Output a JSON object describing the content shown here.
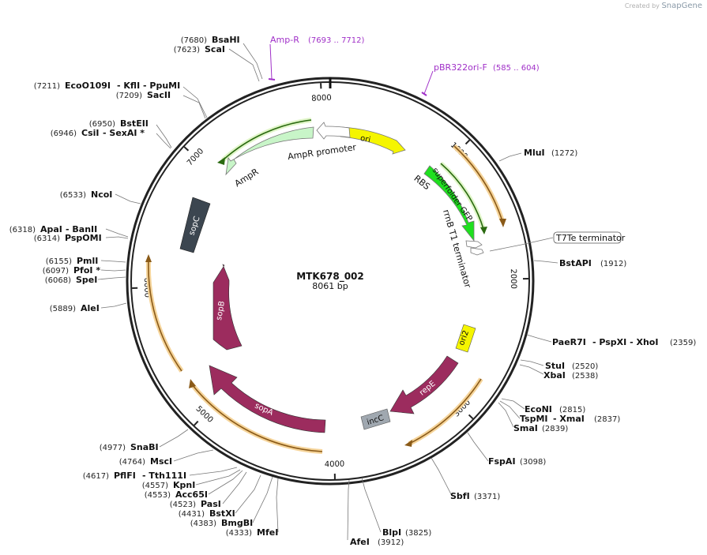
{
  "brand": {
    "prefix": "Created by",
    "name": "SnapGene"
  },
  "plasmid": {
    "name": "MTK678_002",
    "length_label": "8061 bp",
    "length": 8061
  },
  "ticks": [
    {
      "pos": 1000,
      "label": "1000"
    },
    {
      "pos": 2000,
      "label": "2000"
    },
    {
      "pos": 3000,
      "label": "3000"
    },
    {
      "pos": 4000,
      "label": "4000"
    },
    {
      "pos": 5000,
      "label": "5000"
    },
    {
      "pos": 6000,
      "label": "6000"
    },
    {
      "pos": 7000,
      "label": "7000"
    },
    {
      "pos": 8000,
      "label": "8000"
    }
  ],
  "sites": [
    {
      "name": "BsaHI",
      "pos_label": "(7680)"
    },
    {
      "name": "ScaI",
      "pos_label": "(7623)"
    },
    {
      "name": "EcoO109I",
      "extra": "- KflI   - PpuMI",
      "pos_label": "(7211)"
    },
    {
      "name": "SacII",
      "pos_label": "(7209)"
    },
    {
      "name": "BstEII",
      "pos_label": "(6950)"
    },
    {
      "name": "CsiI",
      "extra": "- SexAI *",
      "pos_label": "(6946)"
    },
    {
      "name": "NcoI",
      "pos_label": "(6533)"
    },
    {
      "name": "ApaI",
      "extra": "- BanII",
      "pos_label": "(6318)"
    },
    {
      "name": "PspOMI",
      "pos_label": "(6314)"
    },
    {
      "name": "PmlI",
      "pos_label": "(6155)"
    },
    {
      "name": "PfoI *",
      "pos_label": "(6097)"
    },
    {
      "name": "SpeI",
      "pos_label": "(6068)"
    },
    {
      "name": "AleI",
      "pos_label": "(5889)"
    },
    {
      "name": "SnaBI",
      "pos_label": "(4977)"
    },
    {
      "name": "MscI",
      "pos_label": "(4764)"
    },
    {
      "name": "PflFI",
      "extra": "- Tth111I",
      "pos_label": "(4617)"
    },
    {
      "name": "KpnI",
      "pos_label": "(4557)"
    },
    {
      "name": "Acc65I",
      "pos_label": "(4553)"
    },
    {
      "name": "PasI",
      "pos_label": "(4523)"
    },
    {
      "name": "BstXI",
      "pos_label": "(4431)"
    },
    {
      "name": "BmgBI",
      "pos_label": "(4383)"
    },
    {
      "name": "MfeI",
      "pos_label": "(4333)"
    },
    {
      "name": "AfeI",
      "pos_label": "(3912)"
    },
    {
      "name": "BlpI",
      "pos_label": "(3825)"
    },
    {
      "name": "SbfI",
      "pos_label": "(3371)"
    },
    {
      "name": "FspAI",
      "pos_label": "(3098)"
    },
    {
      "name": "SmaI",
      "pos_label": "(2839)"
    },
    {
      "name": "TspMI",
      "extra": "- XmaI",
      "pos_label": "(2837)"
    },
    {
      "name": "EcoNI",
      "pos_label": "(2815)"
    },
    {
      "name": "XbaI",
      "pos_label": "(2538)"
    },
    {
      "name": "StuI",
      "pos_label": "(2520)"
    },
    {
      "name": "PaeR7I",
      "extra": "- PspXI   - XhoI",
      "pos_label": "(2359)"
    },
    {
      "name": "BstAPI",
      "pos_label": "(1912)"
    },
    {
      "name": "MluI",
      "pos_label": "(1272)"
    }
  ],
  "primers": [
    {
      "name": "Amp-R",
      "range_label": "(7693 .. 7712)"
    },
    {
      "name": "pBR322ori-F",
      "range_label": "(585 .. 604)"
    }
  ],
  "features": {
    "ori": "ori",
    "superfolder_gfp": "superfolder GFP",
    "rbs": "RBS",
    "rrnb_t1": "rrnB T1 terminator",
    "t7te": "T7Te terminator",
    "ampr_promoter": "AmpR promoter",
    "ampr": "AmpR",
    "sopc": "sopC",
    "sopb": "sopB",
    "sopa": "sopA",
    "ori2": "ori2",
    "repe": "repE",
    "incc": "incC"
  },
  "colors": {
    "backbone": "#222222",
    "ori": "#f5f500",
    "gfp": "#1ee01e",
    "ampr": "#c8f5c8",
    "sop": "#9c2c5e",
    "sopc": "#3c4650",
    "incc": "#a0a8b0",
    "orf_orange": "#e08a20",
    "orf_green": "#2a6a10",
    "primer": "#a030c8"
  }
}
